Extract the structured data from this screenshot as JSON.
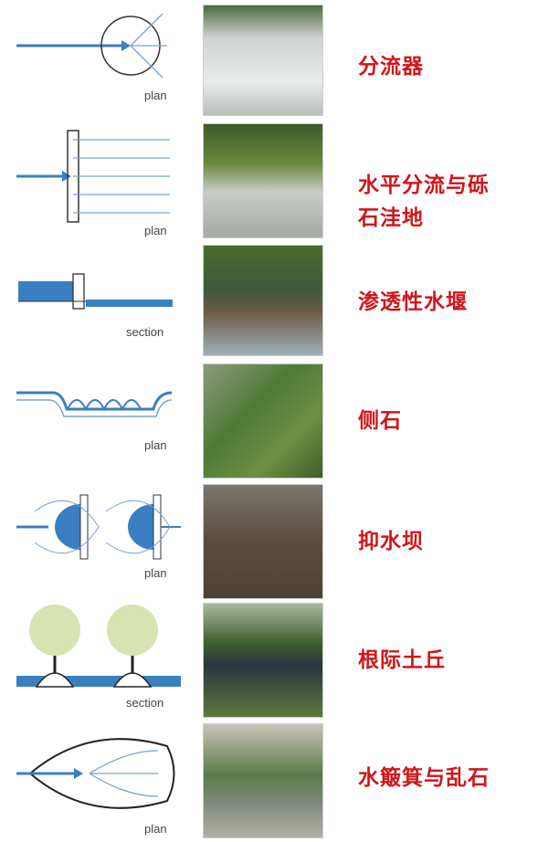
{
  "items": [
    {
      "name": "分流器",
      "view": "plan"
    },
    {
      "name": "水平分流与砾石洼地",
      "line1": "水平分流与砾",
      "line2": "石洼地",
      "view": "plan"
    },
    {
      "name": "渗透性水堰",
      "view": "section"
    },
    {
      "name": "侧石",
      "view": "plan"
    },
    {
      "name": "抑水坝",
      "view": "plan"
    },
    {
      "name": "根际土丘",
      "view": "section"
    },
    {
      "name": "水簸箕与乱石",
      "view": "plan"
    }
  ],
  "colors": {
    "water": "#3a7fc1",
    "label": "#d0161b",
    "tree": "#d7e3b0"
  }
}
